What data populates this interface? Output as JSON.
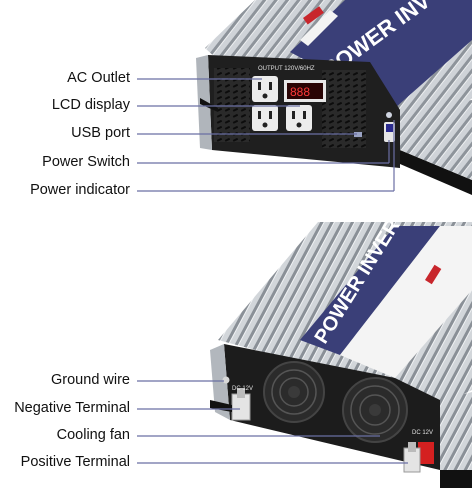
{
  "top_labels": [
    {
      "text": "AC Outlet"
    },
    {
      "text": "LCD  display"
    },
    {
      "text": "USB port"
    },
    {
      "text": "Power Switch"
    },
    {
      "text": "Power indicator"
    }
  ],
  "bottom_labels": [
    {
      "text": "Ground wire"
    },
    {
      "text": "Negative Terminal"
    },
    {
      "text": "Cooling  fan"
    },
    {
      "text": "Positive Terminal"
    }
  ],
  "device_text": {
    "top_panel_text": "POWER INV",
    "output_label": "OUTPUT 120V/60HZ",
    "bottom_panel_text": "POWER INVERTER",
    "dc_label": "DC 12V"
  },
  "colors": {
    "leader_line": "#6a6fa3",
    "panel": "#3a3f78",
    "aluminum": "#c9cdd2",
    "face": "#1c1c1c",
    "terminal_red": "#d42020"
  }
}
